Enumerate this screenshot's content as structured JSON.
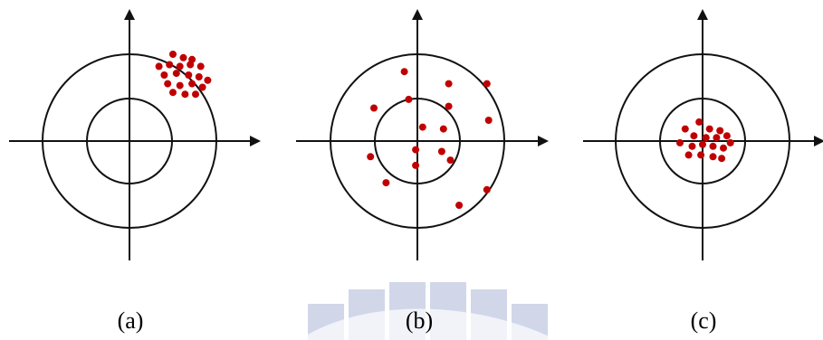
{
  "colors": {
    "ink": "#111111",
    "dot": "#c00000",
    "watermark": "#c9d1e6"
  },
  "panels": [
    {
      "id": "a",
      "caption": "(a)",
      "dots": [
        [
          0.5,
          1.0
        ],
        [
          0.62,
          0.96
        ],
        [
          0.72,
          0.94
        ],
        [
          0.34,
          0.86
        ],
        [
          0.46,
          0.88
        ],
        [
          0.58,
          0.86
        ],
        [
          0.7,
          0.88
        ],
        [
          0.82,
          0.86
        ],
        [
          0.4,
          0.76
        ],
        [
          0.54,
          0.78
        ],
        [
          0.68,
          0.76
        ],
        [
          0.8,
          0.74
        ],
        [
          0.9,
          0.7
        ],
        [
          0.44,
          0.66
        ],
        [
          0.58,
          0.64
        ],
        [
          0.72,
          0.66
        ],
        [
          0.84,
          0.62
        ],
        [
          0.5,
          0.56
        ],
        [
          0.64,
          0.54
        ],
        [
          0.76,
          0.54
        ]
      ]
    },
    {
      "id": "b",
      "caption": "(b)",
      "dots": [
        [
          -0.15,
          0.8
        ],
        [
          0.36,
          0.66
        ],
        [
          0.8,
          0.66
        ],
        [
          -0.1,
          0.48
        ],
        [
          0.36,
          0.4
        ],
        [
          -0.5,
          0.38
        ],
        [
          0.82,
          0.24
        ],
        [
          0.06,
          0.16
        ],
        [
          0.3,
          0.14
        ],
        [
          -0.02,
          -0.1
        ],
        [
          0.28,
          -0.12
        ],
        [
          -0.54,
          -0.18
        ],
        [
          0.38,
          -0.22
        ],
        [
          -0.02,
          -0.28
        ],
        [
          -0.36,
          -0.48
        ],
        [
          0.8,
          -0.56
        ],
        [
          0.48,
          -0.74
        ]
      ]
    },
    {
      "id": "c",
      "caption": "(c)",
      "dots": [
        [
          -0.04,
          0.22
        ],
        [
          0.08,
          0.14
        ],
        [
          0.2,
          0.12
        ],
        [
          -0.2,
          0.14
        ],
        [
          -0.1,
          0.06
        ],
        [
          0.04,
          0.04
        ],
        [
          0.16,
          0.04
        ],
        [
          0.28,
          0.06
        ],
        [
          -0.26,
          -0.02
        ],
        [
          -0.12,
          -0.06
        ],
        [
          0.0,
          -0.04
        ],
        [
          0.12,
          -0.06
        ],
        [
          0.24,
          -0.08
        ],
        [
          0.32,
          -0.02
        ],
        [
          -0.16,
          -0.16
        ],
        [
          -0.02,
          -0.16
        ],
        [
          0.12,
          -0.18
        ],
        [
          0.22,
          -0.2
        ]
      ]
    }
  ]
}
